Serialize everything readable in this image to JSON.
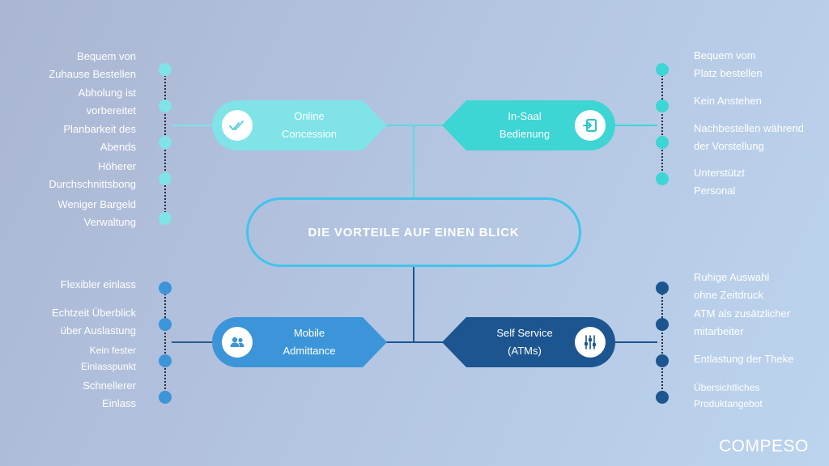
{
  "center": {
    "title": "DIE VORTEILE AUF EINEN BLICK"
  },
  "colors": {
    "online": "#7fe3e8",
    "insaal": "#3ed5d5",
    "mobile": "#3c95d8",
    "selfservice": "#1c5590",
    "center_border": "#41c4ec"
  },
  "nodes": {
    "online": {
      "label": "Online\nConcession",
      "icon": "double-check-icon"
    },
    "insaal": {
      "label": "In-Saal\nBedienung",
      "icon": "login-arrow-icon"
    },
    "mobile": {
      "label": "Mobile\nAdmittance",
      "icon": "users-icon"
    },
    "selfservice": {
      "label": "Self Service\n(ATMs)",
      "icon": "sliders-icon"
    }
  },
  "benefits": {
    "online": [
      "Bequem von\nZuhause Bestellen",
      "Abholung ist\nvorbereitet",
      "Planbarkeit des\nAbends",
      "Höherer\nDurchschnittsbong",
      "Weniger Bargeld\nVerwaltung"
    ],
    "insaal": [
      "Bequem vom\nPlatz bestellen",
      "Kein Anstehen",
      "Nachbestellen während\nder Vorstellung",
      "Unterstützt\nPersonal"
    ],
    "mobile": [
      "Flexibler einlass",
      "Echtzeit Überblick\nüber Auslastung",
      "Kein fester\nEinlasspunkt",
      "Schnellerer\nEinlass"
    ],
    "selfservice": [
      "Ruhige Auswahl\nohne Zeitdruck",
      "ATM als zusätzlicher\nmitarbeiter",
      "Entlastung der Theke",
      "Übersichtliches\nProduktangebot"
    ]
  },
  "brand": "COMPESO"
}
